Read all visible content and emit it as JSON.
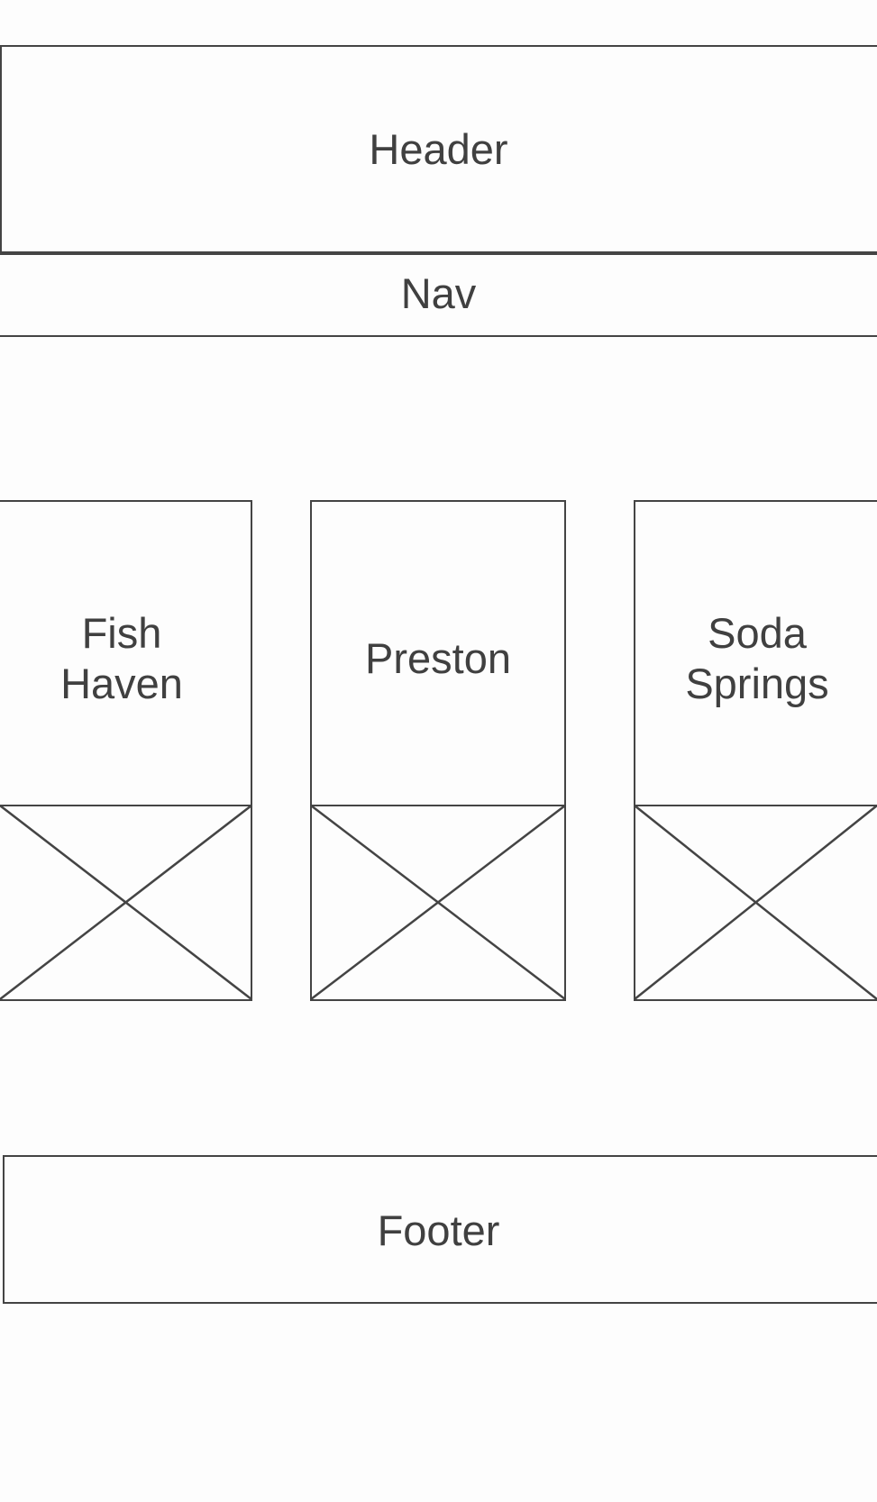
{
  "header": {
    "label": "Header"
  },
  "nav": {
    "label": "Nav"
  },
  "cards": [
    {
      "title": "Fish\nHaven",
      "image_icon": "image-placeholder-icon"
    },
    {
      "title": "Preston",
      "image_icon": "image-placeholder-icon"
    },
    {
      "title": "Soda\nSprings",
      "image_icon": "image-placeholder-icon"
    }
  ],
  "footer": {
    "label": "Footer"
  },
  "colors": {
    "stroke": "#444444",
    "text": "#404040",
    "background": "#fdfdfd"
  }
}
